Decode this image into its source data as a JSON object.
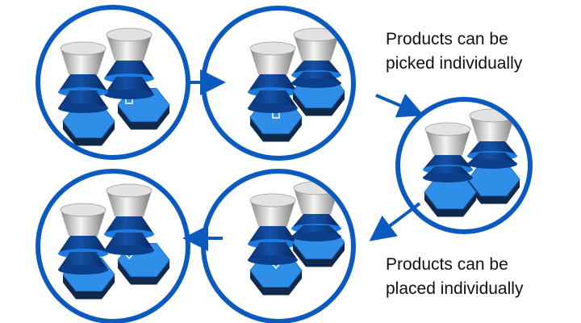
{
  "captions": {
    "picked": [
      "Products can be",
      "picked individually"
    ],
    "placed": [
      "Products can be",
      "placed individually"
    ]
  },
  "colors": {
    "ring": "#0a5ac0",
    "bellows": "#0b3f8c",
    "hex_top": "#2f8fe8",
    "hex_side": "#10294a",
    "silver": "#c8c8c8"
  },
  "steps": [
    {
      "name": "both-open-lift",
      "arrow": "up"
    },
    {
      "name": "one-picked",
      "arrow": "up"
    },
    {
      "name": "both-picked",
      "arrow": "none"
    },
    {
      "name": "one-placed",
      "arrow": "down"
    },
    {
      "name": "both-placed",
      "arrow": "down"
    }
  ]
}
